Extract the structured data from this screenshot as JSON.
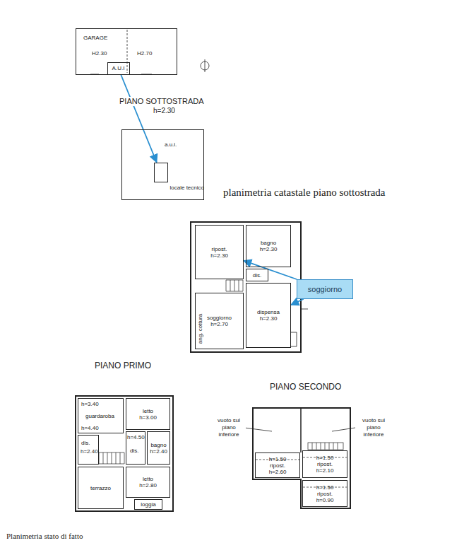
{
  "diagram": {
    "nodes": [
      {
        "text": [
          "GARAGE",
          "H2.30",
          "H2.70"
        ]
      },
      {
        "text": [
          "A.U.I"
        ],
        "in": 0
      },
      {
        "text": [
          "a.u.i."
        ]
      },
      {
        "text": [
          "locale tecnico"
        ],
        "in": 2
      },
      {
        "text": [
          "ripost.",
          "h=2.30"
        ]
      },
      {
        "text": [
          "bagno",
          "h=2.30"
        ]
      },
      {
        "text": [
          "dis."
        ]
      },
      {
        "text": [
          "soggiorno",
          "h=2.70"
        ]
      },
      {
        "text": [
          "dispensa",
          "h=2.30"
        ]
      },
      {
        "text": [
          "soggiorno"
        ]
      },
      {
        "text": [
          "h=3.40",
          "guardaroba",
          "h=4.40"
        ]
      },
      {
        "text": [
          "dis.",
          "h=2.40"
        ]
      },
      {
        "text": [
          "letto",
          "h=3.00"
        ]
      },
      {
        "text": [
          "h=4.50",
          "dis."
        ]
      },
      {
        "text": [
          "bagno",
          "h=2.40"
        ]
      },
      {
        "text": [
          "terrazzo"
        ]
      },
      {
        "text": [
          "letto",
          "h=2.80"
        ]
      },
      {
        "text": [
          "loggia"
        ]
      },
      {
        "text": [
          "h=1.50",
          "ripost.",
          "h=2.60"
        ]
      },
      {
        "text": [
          "h=1.50",
          "ripost.",
          "h=2.10"
        ]
      },
      {
        "text": [
          "h=1.50",
          "ripost.",
          "h=0.90"
        ]
      }
    ],
    "edges": [
      {
        "from": 1,
        "to": 3,
        "arrow": "to"
      },
      {
        "from": 9,
        "to": 4,
        "arrow": "to"
      },
      {
        "from": 9,
        "to": 8,
        "arrow": "to"
      }
    ],
    "labels": [
      "PIANO SOTTOSTRADA",
      "h=2.30",
      "planimetria catastale piano sottostrada",
      "ang. cottura",
      "PIANO PRIMO",
      "PIANO SECONDO",
      "vuoto sul piano inferiore",
      "vuoto sul piano inferiore",
      "Planimetria stato di fatto"
    ]
  }
}
